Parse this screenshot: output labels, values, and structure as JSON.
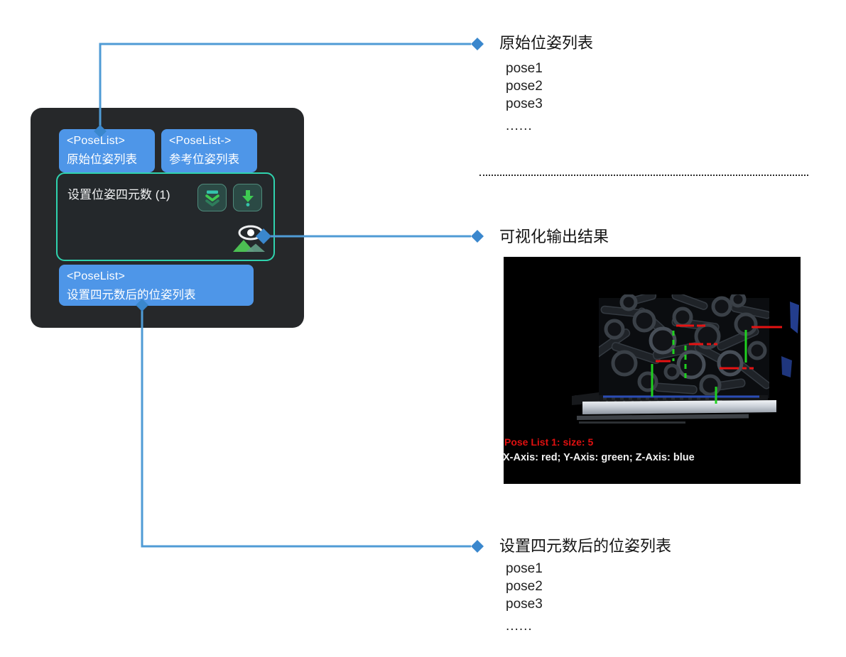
{
  "node": {
    "title": "设置位姿四元数 (1)",
    "ports_in": [
      {
        "type": "<PoseList>",
        "label": "原始位姿列表"
      },
      {
        "type": "<PoseList->",
        "label": "参考位姿列表"
      }
    ],
    "port_out": {
      "type": "<PoseList>",
      "label": "设置四元数后的位姿列表"
    }
  },
  "callouts": {
    "top": {
      "title": "原始位姿列表",
      "items": [
        "pose1",
        "pose2",
        "pose3",
        "......"
      ]
    },
    "middle": {
      "title": "可视化输出结果"
    },
    "bottom": {
      "title": "设置四元数后的位姿列表",
      "items": [
        "pose1",
        "pose2",
        "pose3",
        "......"
      ]
    }
  },
  "viz": {
    "pose_label": "Pose List 1: size: 5",
    "legend": "X-Axis: red; Y-Axis: green; Z-Axis: blue"
  },
  "colors": {
    "connector": "#4f9bd5",
    "diamond": "#3a87cd",
    "tab_blue": "#4e96e8",
    "node_bg": "#26282a",
    "step_border": "#2fd3ae",
    "icon_green": "#3ecb52",
    "icon_teal": "#35c3ab",
    "axis_x_red": "#e51212",
    "axis_y_green": "#1fd11f",
    "bin_blue": "#2c51bd"
  }
}
